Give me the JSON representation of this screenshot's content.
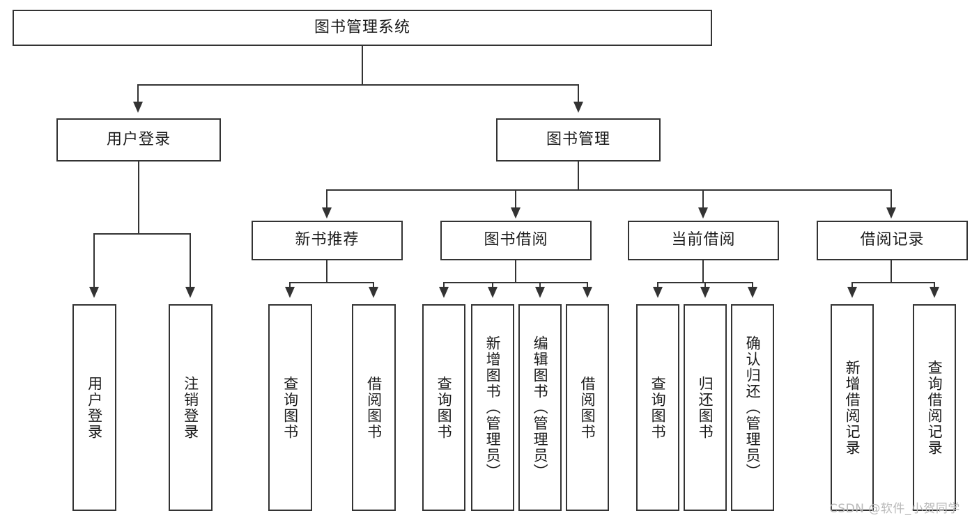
{
  "diagram": {
    "title_node": {
      "label": "图书管理系统"
    },
    "level2": [
      {
        "id": "user-login",
        "label": "用户登录"
      },
      {
        "id": "book-manage",
        "label": "图书管理"
      }
    ],
    "level3": [
      {
        "id": "new-book-recommend",
        "label": "新书推荐"
      },
      {
        "id": "book-borrow",
        "label": "图书借阅"
      },
      {
        "id": "current-borrow",
        "label": "当前借阅"
      },
      {
        "id": "borrow-record",
        "label": "借阅记录"
      }
    ],
    "leaves": {
      "user_login": [
        {
          "id": "leaf-user-login",
          "label": "用户登录"
        },
        {
          "id": "leaf-logout-login",
          "label": "注销登录"
        }
      ],
      "new_book_recommend": [
        {
          "id": "leaf-query-book-1",
          "label": "查询图书"
        },
        {
          "id": "leaf-borrow-book-1",
          "label": "借阅图书"
        }
      ],
      "book_borrow": [
        {
          "id": "leaf-query-book-2",
          "label": "查询图书"
        },
        {
          "id": "leaf-add-book",
          "label": "新增图书（管理员）"
        },
        {
          "id": "leaf-edit-book",
          "label": "编辑图书（管理员）"
        },
        {
          "id": "leaf-borrow-book-2",
          "label": "借阅图书"
        }
      ],
      "current_borrow": [
        {
          "id": "leaf-query-book-3",
          "label": "查询图书"
        },
        {
          "id": "leaf-return-book",
          "label": "归还图书"
        },
        {
          "id": "leaf-confirm-return",
          "label": "确认归还（管理员）"
        }
      ],
      "borrow_record": [
        {
          "id": "leaf-add-record",
          "label": "新增借阅记录"
        },
        {
          "id": "leaf-query-record",
          "label": "查询借阅记录"
        }
      ]
    }
  },
  "watermark": {
    "text": "CSDN @软件_小贺同学"
  },
  "colors": {
    "stroke": "#333333",
    "node_fill": "#ffffff",
    "text": "#1a1a1a",
    "watermark": "#b9b9b9",
    "background": "#ffffff"
  }
}
